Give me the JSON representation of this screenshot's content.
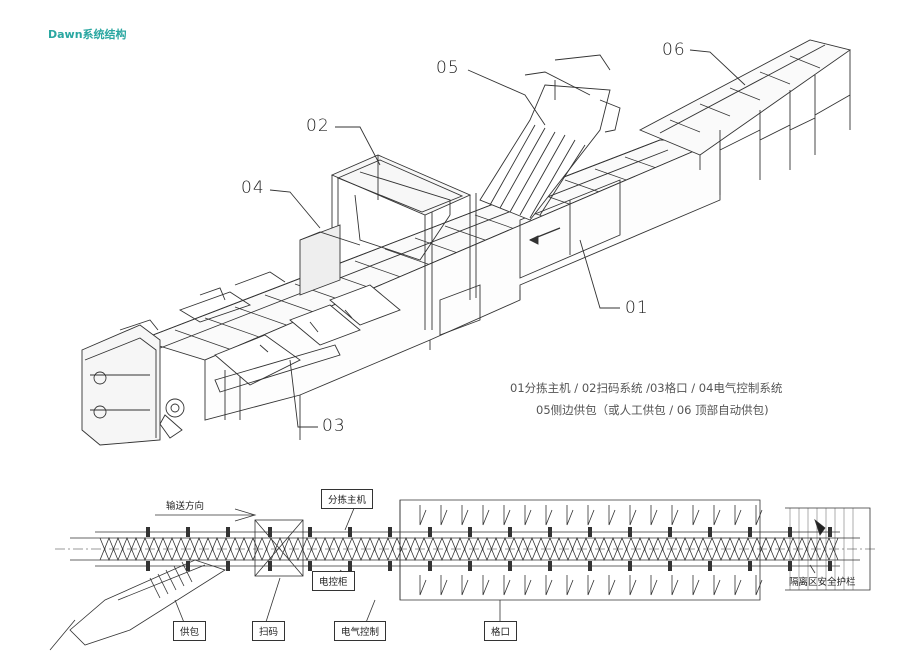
{
  "title": "Dawn系统结构",
  "callouts": {
    "c01": "01",
    "c02": "02",
    "c03": "03",
    "c04": "04",
    "c05": "05",
    "c06": "06"
  },
  "legend": {
    "line1": "01分拣主机 / 02扫码系统 /03格口 / 04电气控制系统",
    "line2": "05侧边供包（或人工供包 / 06 顶部自动供包)"
  },
  "plan": {
    "direction": "输送方向",
    "main_sorter": "分拣主机",
    "control_cabinet": "电控柜",
    "induction": "供包",
    "scanning": "扫码",
    "electrical_control": "电气控制",
    "chute": "格口",
    "guardrail": "隔离区安全护栏"
  }
}
